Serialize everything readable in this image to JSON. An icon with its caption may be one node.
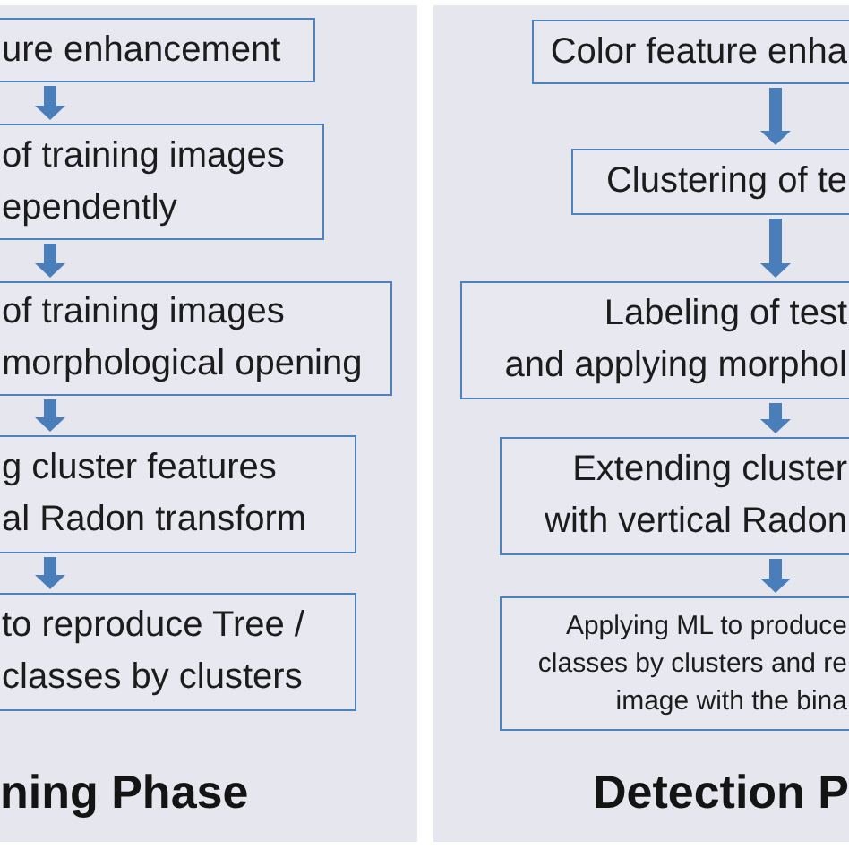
{
  "diagram": {
    "nodes": [
      {
        "text": [
          "ning Phase"
        ]
      },
      {
        "text": [
          "ure enhancement"
        ],
        "in": 0
      },
      {
        "text": [
          "of training images ependently"
        ],
        "in": 0
      },
      {
        "text": [
          "of training images morphological opening"
        ],
        "in": 0
      },
      {
        "text": [
          "g cluster features al Radon transform"
        ],
        "in": 0
      },
      {
        "text": [
          "to reproduce Tree / classes by clusters"
        ],
        "in": 0
      },
      {
        "text": [
          "Detection P"
        ]
      },
      {
        "text": [
          "Color feature enha"
        ],
        "in": 6
      },
      {
        "text": [
          "Clustering of te"
        ],
        "in": 6
      },
      {
        "text": [
          "Labeling of test and applying morphol"
        ],
        "in": 6
      },
      {
        "text": [
          "Extending cluster with vertical Radon"
        ],
        "in": 6
      },
      {
        "text": [
          "Applying ML to produce classes by clusters and re image with the bina"
        ],
        "in": 6
      }
    ],
    "edges": [
      {
        "from": 1,
        "to": 2,
        "arrow": "to"
      },
      {
        "from": 2,
        "to": 3,
        "arrow": "to"
      },
      {
        "from": 3,
        "to": 4,
        "arrow": "to"
      },
      {
        "from": 4,
        "to": 5,
        "arrow": "to"
      },
      {
        "from": 7,
        "to": 8,
        "arrow": "to"
      },
      {
        "from": 8,
        "to": 9,
        "arrow": "to"
      },
      {
        "from": 9,
        "to": 10,
        "arrow": "to"
      },
      {
        "from": 10,
        "to": 11,
        "arrow": "to"
      }
    ]
  }
}
